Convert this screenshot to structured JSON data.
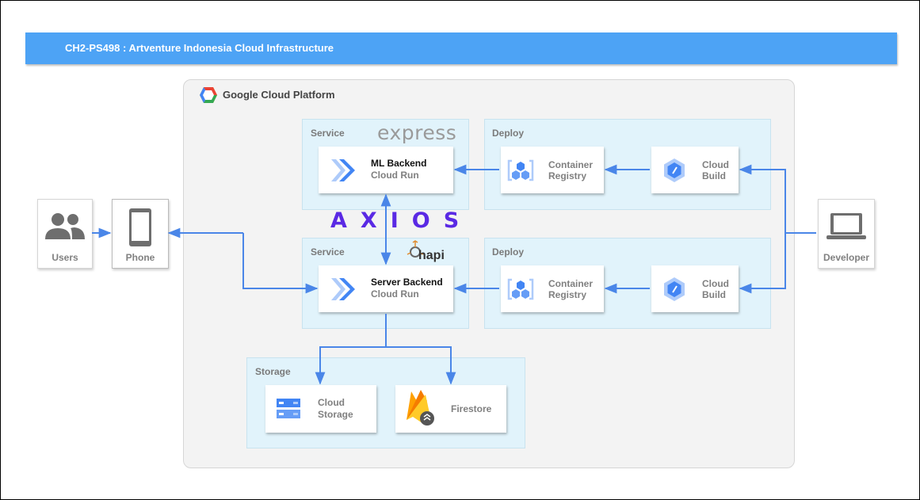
{
  "banner": {
    "title": "CH2-PS498 : Artventure Indonesia Cloud Infrastructure"
  },
  "gcp": {
    "title": "Google Cloud Platform"
  },
  "groups": {
    "service_top": "Service",
    "deploy_top": "Deploy",
    "service_bottom": "Service",
    "deploy_bottom": "Deploy",
    "storage": "Storage"
  },
  "logos": {
    "express": "express",
    "axios": "AXIOS",
    "hapi": "hapi"
  },
  "nodes": {
    "ml_backend": {
      "line1": "ML Backend",
      "line2": "Cloud Run"
    },
    "server_backend": {
      "line1": "Server Backend",
      "line2": "Cloud Run"
    },
    "registry_top": {
      "line1": "Container",
      "line2": "Registry"
    },
    "build_top": {
      "line1": "Cloud",
      "line2": "Build"
    },
    "registry_bottom": {
      "line1": "Container",
      "line2": "Registry"
    },
    "build_bottom": {
      "line1": "Cloud",
      "line2": "Build"
    },
    "cloud_storage": {
      "line1": "Cloud",
      "line2": "Storage"
    },
    "firestore": {
      "line1": "Firestore"
    }
  },
  "actors": {
    "users": "Users",
    "phone": "Phone",
    "developer": "Developer"
  },
  "colors": {
    "banner": "#4da3f5",
    "arrow": "#4a86e8",
    "group_fill": "#e1f3fb",
    "axios": "#5a29e4",
    "gcp_blue": "#4285f4"
  }
}
